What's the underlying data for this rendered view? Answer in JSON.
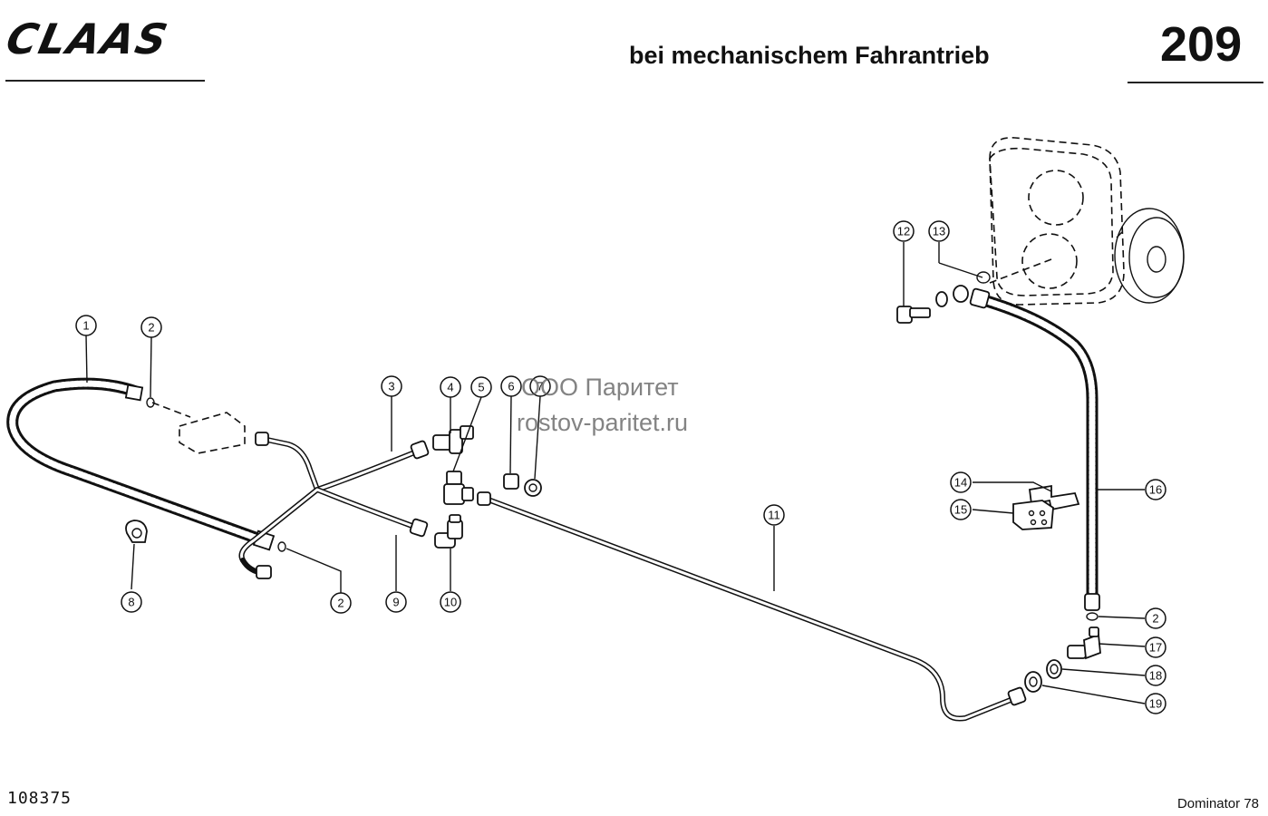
{
  "header": {
    "brand": "CLAAS",
    "title": "bei mechanischem Fahrantrieb",
    "page_number": "209"
  },
  "footer": {
    "drawing_number": "108375",
    "model": "Dominator 78"
  },
  "watermark": {
    "line1": "ООО Паритет",
    "line2": "rostov-paritet.ru"
  },
  "callouts": [
    {
      "id": "c1",
      "label": "1"
    },
    {
      "id": "c2a",
      "label": "2"
    },
    {
      "id": "c2b",
      "label": "2"
    },
    {
      "id": "c2c",
      "label": "2"
    },
    {
      "id": "c3",
      "label": "3"
    },
    {
      "id": "c4",
      "label": "4"
    },
    {
      "id": "c5",
      "label": "5"
    },
    {
      "id": "c6",
      "label": "6"
    },
    {
      "id": "c7",
      "label": "7"
    },
    {
      "id": "c8",
      "label": "8"
    },
    {
      "id": "c9",
      "label": "9"
    },
    {
      "id": "c10",
      "label": "10"
    },
    {
      "id": "c11",
      "label": "11"
    },
    {
      "id": "c12",
      "label": "12"
    },
    {
      "id": "c13",
      "label": "13"
    },
    {
      "id": "c14",
      "label": "14"
    },
    {
      "id": "c15",
      "label": "15"
    },
    {
      "id": "c16",
      "label": "16"
    },
    {
      "id": "c17",
      "label": "17"
    },
    {
      "id": "c18",
      "label": "18"
    },
    {
      "id": "c19",
      "label": "19"
    }
  ]
}
